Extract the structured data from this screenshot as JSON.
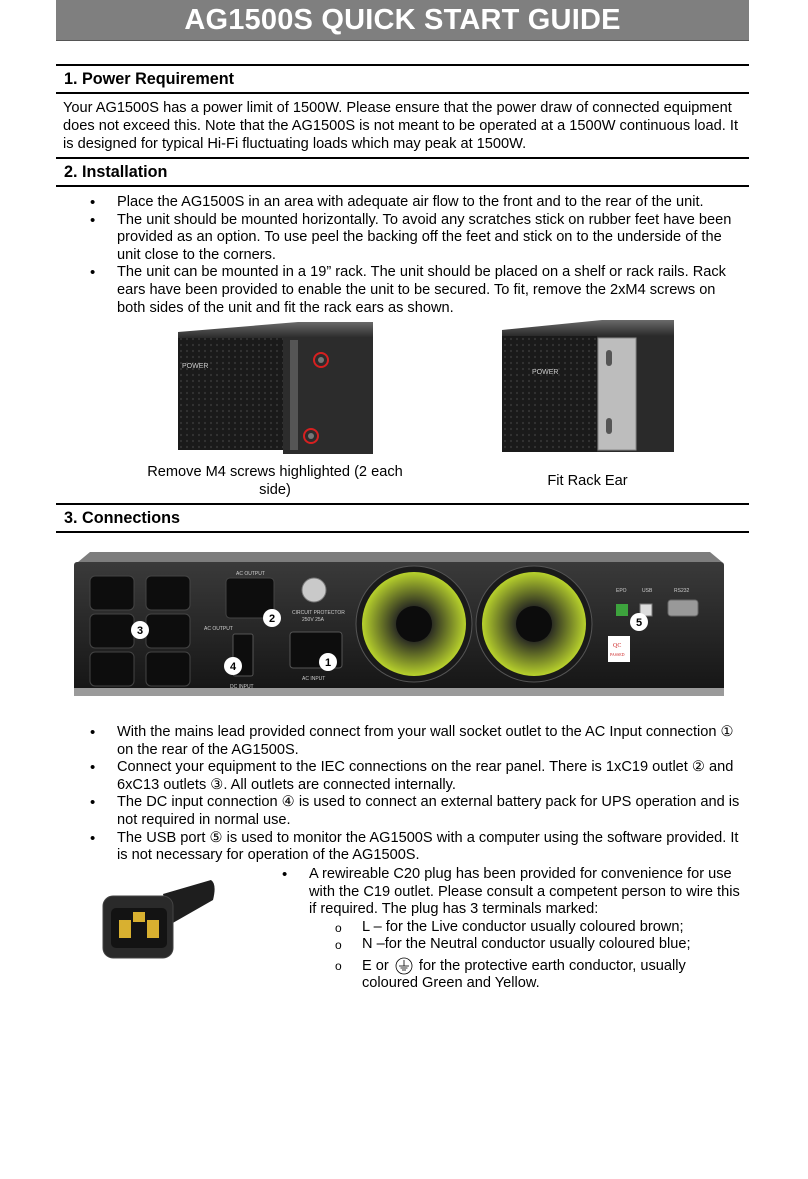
{
  "title": "AG1500S QUICK START GUIDE",
  "s1": {
    "heading": "1. Power Requirement",
    "text": "Your AG1500S has a power limit of 1500W. Please ensure that the power draw of connected equipment does not exceed this. Note that the AG1500S is not meant to be operated at a 1500W continuous load. It is designed for typical Hi-Fi fluctuating loads which may peak at 1500W."
  },
  "s2": {
    "heading": "2. Installation",
    "bullets": [
      "Place the AG1500S in an area with adequate air flow to the front and to the rear of the unit.",
      "The unit should be mounted horizontally. To avoid any scratches stick on rubber feet have been provided as an option. To use peel the backing off the feet and stick on to the underside of the unit close to the corners.",
      "The unit can be mounted in a 19” rack. The unit should be placed on a shelf or rack rails. Rack ears have been provided to enable the unit to be secured. To fit, remove the 2xM4 screws on both sides of the unit and fit the rack ears as shown."
    ],
    "caption_left": "Remove M4 screws highlighted (2 each side)",
    "caption_right": "Fit Rack Ear",
    "logo_text": "POWER"
  },
  "s3": {
    "heading": "3. Connections",
    "panel_labels": {
      "ac_output": "AC OUTPUT",
      "ac_output2": "AC OUTPUT",
      "circuit": "CIRCUIT PROTECTOR",
      "circuit_rating": "250V 25A",
      "dc_input": "DC INPUT",
      "ac_input": "AC INPUT",
      "epo": "EPO",
      "usb": "USB",
      "rs232": "RS232",
      "qc": "QC",
      "passed": "PASSED"
    },
    "markers": [
      "1",
      "2",
      "3",
      "4",
      "5"
    ],
    "bullets": [
      "With the mains lead provided connect from your wall socket outlet to the AC Input connection ① on the rear of the AG1500S.",
      "Connect your equipment to the IEC connections on the rear panel. There is 1xC19 outlet ② and 6xC13 outlets ③. All outlets are connected internally.",
      "The DC input connection ④ is used to connect an external battery pack for UPS operation and is not required in normal use.",
      "The USB port ⑤ is used to monitor the AG1500S with a computer using the software provided. It is not necessary for operation of the AG1500S."
    ],
    "plug_text": "A rewireable C20 plug has been provided for convenience for use with the C19 outlet. Please consult a competent person to wire this if required. The plug has 3 terminals marked:",
    "terminals": {
      "live": "L – for the Live conductor usually coloured brown;",
      "neutral": "N –for the Neutral conductor usually coloured blue;",
      "earth_prefix": "E or",
      "earth_suffix": "for the protective earth conductor, usually coloured Green and Yellow."
    }
  }
}
